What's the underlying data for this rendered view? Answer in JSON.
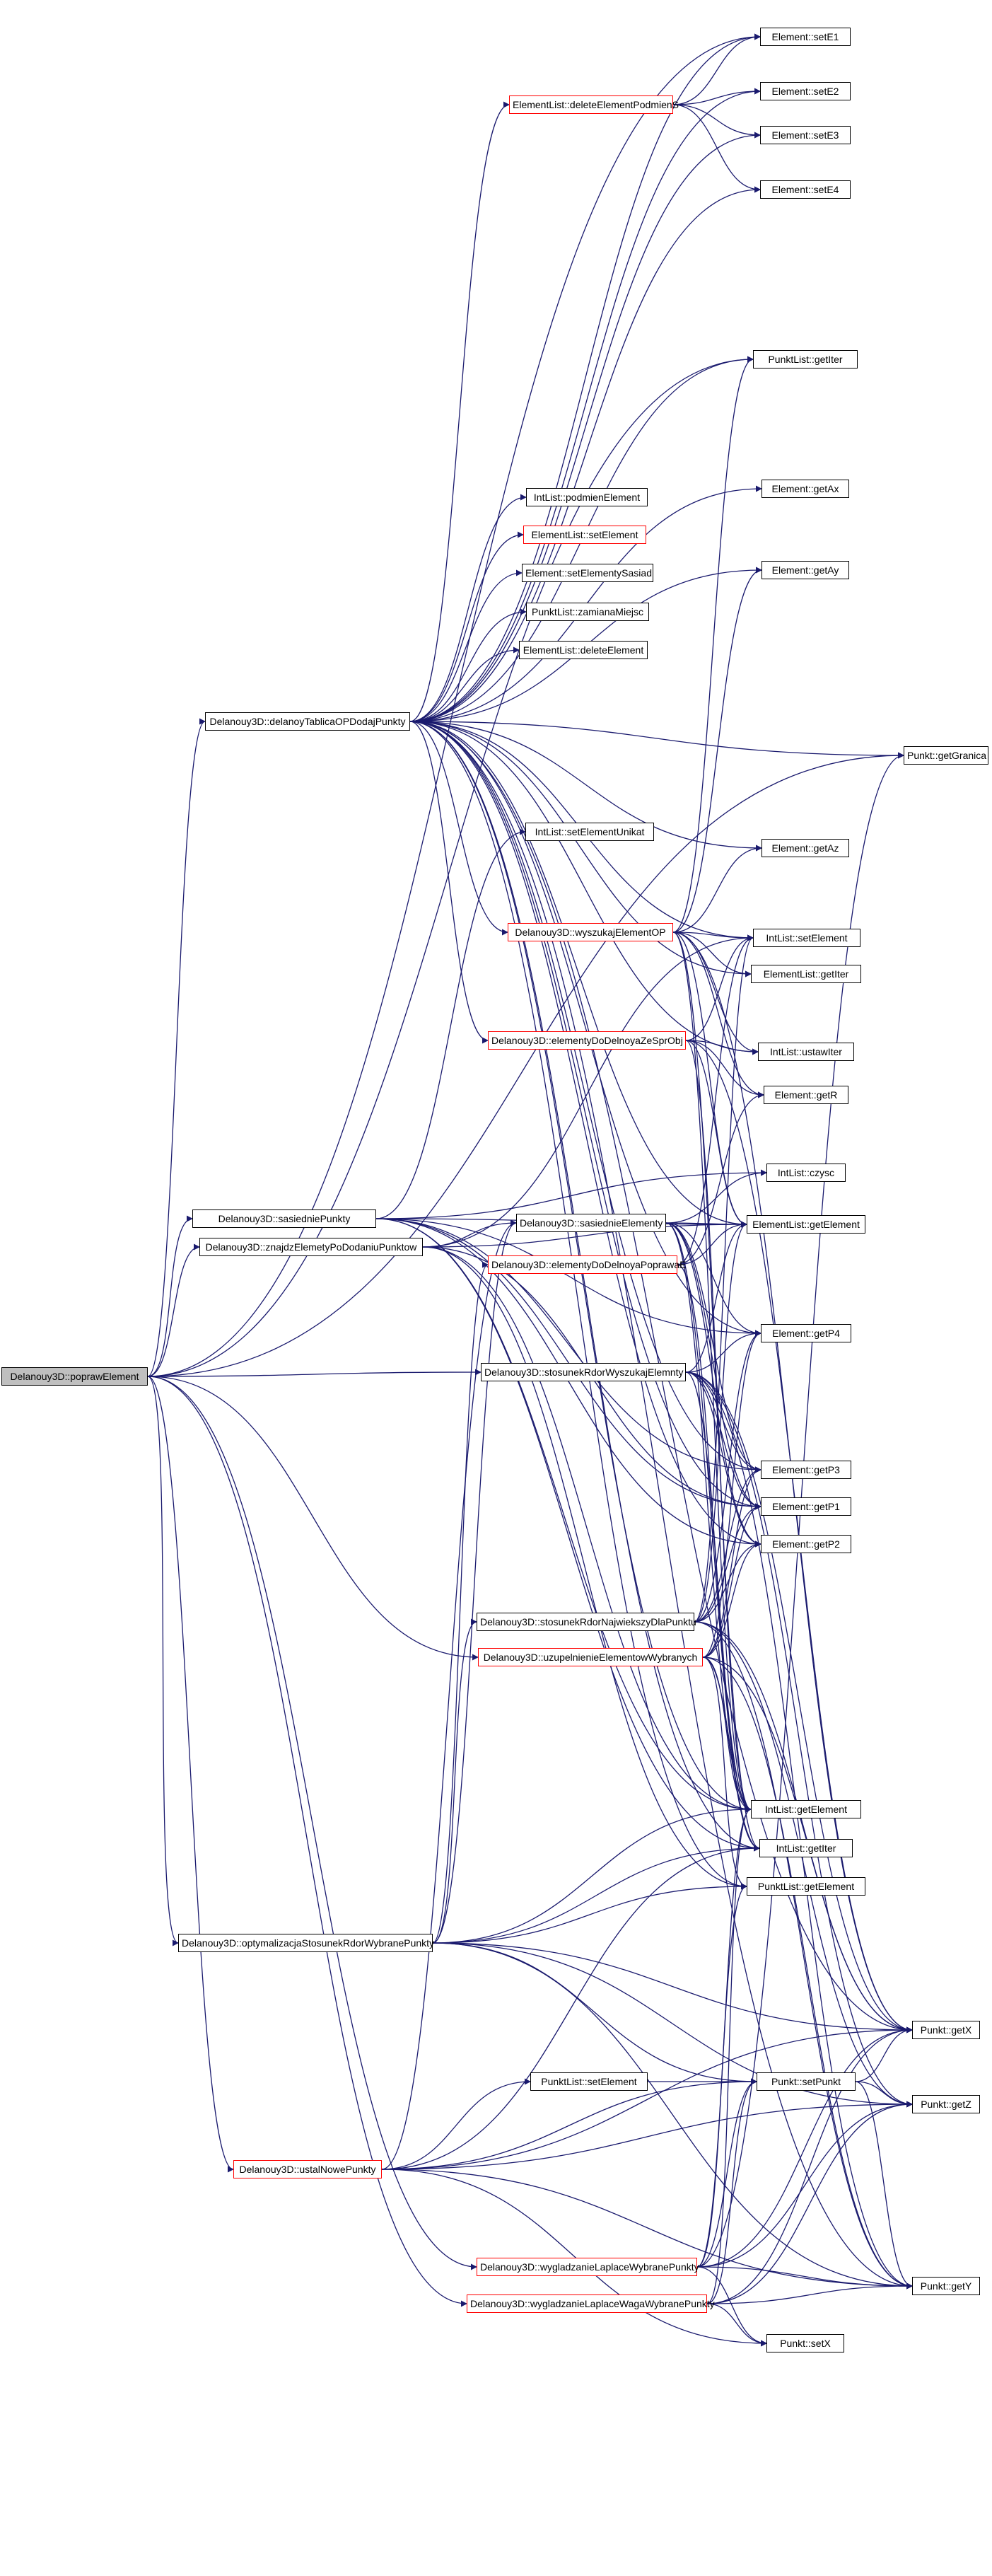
{
  "graph": {
    "edge_color": "#1a1a6e",
    "node_colors": {
      "root_fill": "#bfbfbf",
      "red_border": "#ff0000",
      "black_border": "#000000"
    },
    "nodes": [
      {
        "id": "poprawElement",
        "label": "Delanouy3D::poprawElement",
        "style": "root"
      },
      {
        "id": "delanoyTablicaOPDodajPunkty",
        "label": "Delanouy3D::delanoyTablicaOPDodajPunkty",
        "style": "black"
      },
      {
        "id": "sasiedniePunkty",
        "label": "Delanouy3D::sasiedniePunkty",
        "style": "black"
      },
      {
        "id": "znajdzElemetyPoDodaniuPunktow",
        "label": "Delanouy3D::znajdzElemetyPoDodaniuPunktow",
        "style": "black"
      },
      {
        "id": "optymalizacjaStosunekRdorWybranePunkty",
        "label": "Delanouy3D::optymalizacjaStosunekRdorWybranePunkty",
        "style": "black"
      },
      {
        "id": "ustalNowePunkty",
        "label": "Delanouy3D::ustalNowePunkty",
        "style": "red"
      },
      {
        "id": "deleteElementPodmienS",
        "label": "ElementList::deleteElementPodmienS",
        "style": "red"
      },
      {
        "id": "podmienElement",
        "label": "IntList::podmienElement",
        "style": "black"
      },
      {
        "id": "EL_setElement",
        "label": "ElementList::setElement",
        "style": "red"
      },
      {
        "id": "setElementySasiad",
        "label": "Element::setElementySasiad",
        "style": "black"
      },
      {
        "id": "zamianaMiejsc",
        "label": "PunktList::zamianaMiejsc",
        "style": "black"
      },
      {
        "id": "deleteElement",
        "label": "ElementList::deleteElement",
        "style": "black"
      },
      {
        "id": "setElementUnikat",
        "label": "IntList::setElementUnikat",
        "style": "black"
      },
      {
        "id": "wyszukajElementOP",
        "label": "Delanouy3D::wyszukajElementOP",
        "style": "red"
      },
      {
        "id": "elementyDoDelnoyaZeSprObj",
        "label": "Delanouy3D::elementyDoDelnoyaZeSprObj",
        "style": "red"
      },
      {
        "id": "sasiednieElementy",
        "label": "Delanouy3D::sasiednieElementy",
        "style": "black"
      },
      {
        "id": "elementyDoDelnoyaPoprawaE",
        "label": "Delanouy3D::elementyDoDelnoyaPoprawaE",
        "style": "red"
      },
      {
        "id": "stosunekRdorWyszukajElemnty",
        "label": "Delanouy3D::stosunekRdorWyszukajElemnty",
        "style": "black"
      },
      {
        "id": "stosunekRdorNajwiekszyDlaPunktu",
        "label": "Delanouy3D::stosunekRdorNajwiekszyDlaPunktu",
        "style": "black"
      },
      {
        "id": "uzupelnienieElementowWybranych",
        "label": "Delanouy3D::uzupelnienieElementowWybranych",
        "style": "red"
      },
      {
        "id": "PL_setElement",
        "label": "PunktList::setElement",
        "style": "black"
      },
      {
        "id": "wygladzanieLaplaceWybranePunkty",
        "label": "Delanouy3D::wygladzanieLaplaceWybranePunkty",
        "style": "red"
      },
      {
        "id": "wygladzanieLaplaceWagaWybranePunkty",
        "label": "Delanouy3D::wygladzanieLaplaceWagaWybranePunkty",
        "style": "red"
      },
      {
        "id": "setE1",
        "label": "Element::setE1",
        "style": "black"
      },
      {
        "id": "setE2",
        "label": "Element::setE2",
        "style": "black"
      },
      {
        "id": "setE3",
        "label": "Element::setE3",
        "style": "black"
      },
      {
        "id": "setE4",
        "label": "Element::setE4",
        "style": "black"
      },
      {
        "id": "PL_getIter",
        "label": "PunktList::getIter",
        "style": "black"
      },
      {
        "id": "getAx",
        "label": "Element::getAx",
        "style": "black"
      },
      {
        "id": "getAy",
        "label": "Element::getAy",
        "style": "black"
      },
      {
        "id": "getAz",
        "label": "Element::getAz",
        "style": "black"
      },
      {
        "id": "IL_setElement",
        "label": "IntList::setElement",
        "style": "black"
      },
      {
        "id": "EL_getIter",
        "label": "ElementList::getIter",
        "style": "black"
      },
      {
        "id": "ustawIter",
        "label": "IntList::ustawIter",
        "style": "black"
      },
      {
        "id": "getR",
        "label": "Element::getR",
        "style": "black"
      },
      {
        "id": "czysc",
        "label": "IntList::czysc",
        "style": "black"
      },
      {
        "id": "EL_getElement",
        "label": "ElementList::getElement",
        "style": "black"
      },
      {
        "id": "getP4",
        "label": "Element::getP4",
        "style": "black"
      },
      {
        "id": "getP3",
        "label": "Element::getP3",
        "style": "black"
      },
      {
        "id": "getP1",
        "label": "Element::getP1",
        "style": "black"
      },
      {
        "id": "getP2",
        "label": "Element::getP2",
        "style": "black"
      },
      {
        "id": "IL_getElement",
        "label": "IntList::getElement",
        "style": "black"
      },
      {
        "id": "IL_getIter",
        "label": "IntList::getIter",
        "style": "black"
      },
      {
        "id": "PL_getElement",
        "label": "PunktList::getElement",
        "style": "black"
      },
      {
        "id": "setPunkt",
        "label": "Punkt::setPunkt",
        "style": "black"
      },
      {
        "id": "setX",
        "label": "Punkt::setX",
        "style": "black"
      },
      {
        "id": "getGranica",
        "label": "Punkt::getGranica",
        "style": "black"
      },
      {
        "id": "getX",
        "label": "Punkt::getX",
        "style": "black"
      },
      {
        "id": "getZ",
        "label": "Punkt::getZ",
        "style": "black"
      },
      {
        "id": "getY",
        "label": "Punkt::getY",
        "style": "black"
      }
    ],
    "edges": [
      [
        "poprawElement",
        "delanoyTablicaOPDodajPunkty"
      ],
      [
        "poprawElement",
        "sasiedniePunkty"
      ],
      [
        "poprawElement",
        "znajdzElemetyPoDodaniuPunktow"
      ],
      [
        "poprawElement",
        "optymalizacjaStosunekRdorWybranePunkty"
      ],
      [
        "poprawElement",
        "ustalNowePunkty"
      ],
      [
        "poprawElement",
        "stosunekRdorWyszukajElemnty"
      ],
      [
        "poprawElement",
        "uzupelnienieElementowWybranych"
      ],
      [
        "poprawElement",
        "wygladzanieLaplaceWybranePunkty"
      ],
      [
        "poprawElement",
        "wygladzanieLaplaceWagaWybranePunkty"
      ],
      [
        "poprawElement",
        "PL_getIter"
      ],
      [
        "poprawElement",
        "getGranica"
      ],
      [
        "poprawElement",
        "setE1"
      ],
      [
        "delanoyTablicaOPDodajPunkty",
        "setE1"
      ],
      [
        "delanoyTablicaOPDodajPunkty",
        "setE2"
      ],
      [
        "delanoyTablicaOPDodajPunkty",
        "setE3"
      ],
      [
        "delanoyTablicaOPDodajPunkty",
        "setE4"
      ],
      [
        "delanoyTablicaOPDodajPunkty",
        "deleteElementPodmienS"
      ],
      [
        "delanoyTablicaOPDodajPunkty",
        "PL_getIter"
      ],
      [
        "delanoyTablicaOPDodajPunkty",
        "getAx"
      ],
      [
        "delanoyTablicaOPDodajPunkty",
        "getAy"
      ],
      [
        "delanoyTablicaOPDodajPunkty",
        "podmienElement"
      ],
      [
        "delanoyTablicaOPDodajPunkty",
        "EL_setElement"
      ],
      [
        "delanoyTablicaOPDodajPunkty",
        "setElementySasiad"
      ],
      [
        "delanoyTablicaOPDodajPunkty",
        "zamianaMiejsc"
      ],
      [
        "delanoyTablicaOPDodajPunkty",
        "deleteElement"
      ],
      [
        "delanoyTablicaOPDodajPunkty",
        "getGranica"
      ],
      [
        "delanoyTablicaOPDodajPunkty",
        "getAz"
      ],
      [
        "delanoyTablicaOPDodajPunkty",
        "IL_setElement"
      ],
      [
        "delanoyTablicaOPDodajPunkty",
        "EL_getIter"
      ],
      [
        "delanoyTablicaOPDodajPunkty",
        "ustawIter"
      ],
      [
        "delanoyTablicaOPDodajPunkty",
        "wyszukajElementOP"
      ],
      [
        "delanoyTablicaOPDodajPunkty",
        "elementyDoDelnoyaZeSprObj"
      ],
      [
        "delanoyTablicaOPDodajPunkty",
        "EL_getElement"
      ],
      [
        "delanoyTablicaOPDodajPunkty",
        "getP4"
      ],
      [
        "delanoyTablicaOPDodajPunkty",
        "getP3"
      ],
      [
        "delanoyTablicaOPDodajPunkty",
        "getP1"
      ],
      [
        "delanoyTablicaOPDodajPunkty",
        "getP2"
      ],
      [
        "delanoyTablicaOPDodajPunkty",
        "IL_getElement"
      ],
      [
        "delanoyTablicaOPDodajPunkty",
        "IL_getIter"
      ],
      [
        "delanoyTablicaOPDodajPunkty",
        "PL_getElement"
      ],
      [
        "delanoyTablicaOPDodajPunkty",
        "getX"
      ],
      [
        "delanoyTablicaOPDodajPunkty",
        "getY"
      ],
      [
        "deleteElementPodmienS",
        "setE1"
      ],
      [
        "deleteElementPodmienS",
        "setE2"
      ],
      [
        "deleteElementPodmienS",
        "setE3"
      ],
      [
        "deleteElementPodmienS",
        "setE4"
      ],
      [
        "wyszukajElementOP",
        "PL_getIter"
      ],
      [
        "wyszukajElementOP",
        "getAy"
      ],
      [
        "wyszukajElementOP",
        "getAz"
      ],
      [
        "wyszukajElementOP",
        "IL_setElement"
      ],
      [
        "wyszukajElementOP",
        "EL_getIter"
      ],
      [
        "wyszukajElementOP",
        "ustawIter"
      ],
      [
        "wyszukajElementOP",
        "getR"
      ],
      [
        "wyszukajElementOP",
        "EL_getElement"
      ],
      [
        "wyszukajElementOP",
        "IL_getElement"
      ],
      [
        "wyszukajElementOP",
        "IL_getIter"
      ],
      [
        "wyszukajElementOP",
        "getX"
      ],
      [
        "elementyDoDelnoyaZeSprObj",
        "IL_setElement"
      ],
      [
        "elementyDoDelnoyaZeSprObj",
        "ustawIter"
      ],
      [
        "elementyDoDelnoyaZeSprObj",
        "getR"
      ],
      [
        "elementyDoDelnoyaZeSprObj",
        "EL_getElement"
      ],
      [
        "elementyDoDelnoyaZeSprObj",
        "IL_getElement"
      ],
      [
        "elementyDoDelnoyaZeSprObj",
        "getX"
      ],
      [
        "sasiedniePunkty",
        "setElementUnikat"
      ],
      [
        "sasiedniePunkty",
        "czysc"
      ],
      [
        "sasiedniePunkty",
        "EL_getElement"
      ],
      [
        "sasiedniePunkty",
        "getP4"
      ],
      [
        "sasiedniePunkty",
        "getP3"
      ],
      [
        "sasiedniePunkty",
        "getP1"
      ],
      [
        "sasiedniePunkty",
        "getP2"
      ],
      [
        "sasiedniePunkty",
        "IL_getElement"
      ],
      [
        "sasiedniePunkty",
        "IL_getIter"
      ],
      [
        "znajdzElemetyPoDodaniuPunktow",
        "sasiednieElementy"
      ],
      [
        "znajdzElemetyPoDodaniuPunktow",
        "IL_setElement"
      ],
      [
        "znajdzElemetyPoDodaniuPunktow",
        "EL_getElement"
      ],
      [
        "znajdzElemetyPoDodaniuPunktow",
        "getP1"
      ],
      [
        "znajdzElemetyPoDodaniuPunktow",
        "IL_getElement"
      ],
      [
        "znajdzElemetyPoDodaniuPunktow",
        "PL_getElement"
      ],
      [
        "sasiednieElementy",
        "czysc"
      ],
      [
        "sasiednieElementy",
        "EL_getElement"
      ],
      [
        "sasiednieElementy",
        "getP4"
      ],
      [
        "sasiednieElementy",
        "getP3"
      ],
      [
        "sasiednieElementy",
        "getP1"
      ],
      [
        "sasiednieElementy",
        "getP2"
      ],
      [
        "sasiednieElementy",
        "IL_getElement"
      ],
      [
        "sasiednieElementy",
        "IL_getIter"
      ],
      [
        "elementyDoDelnoyaPoprawaE",
        "IL_setElement"
      ],
      [
        "elementyDoDelnoyaPoprawaE",
        "EL_getElement"
      ],
      [
        "elementyDoDelnoyaPoprawaE",
        "getR"
      ],
      [
        "elementyDoDelnoyaPoprawaE",
        "IL_getElement"
      ],
      [
        "stosunekRdorWyszukajElemnty",
        "EL_getElement"
      ],
      [
        "stosunekRdorWyszukajElemnty",
        "getP4"
      ],
      [
        "stosunekRdorWyszukajElemnty",
        "getP3"
      ],
      [
        "stosunekRdorWyszukajElemnty",
        "getP1"
      ],
      [
        "stosunekRdorWyszukajElemnty",
        "getP2"
      ],
      [
        "stosunekRdorWyszukajElemnty",
        "IL_getElement"
      ],
      [
        "stosunekRdorWyszukajElemnty",
        "getX"
      ],
      [
        "stosunekRdorWyszukajElemnty",
        "getZ"
      ],
      [
        "stosunekRdorWyszukajElemnty",
        "getY"
      ],
      [
        "stosunekRdorNajwiekszyDlaPunktu",
        "getP4"
      ],
      [
        "stosunekRdorNajwiekszyDlaPunktu",
        "getP3"
      ],
      [
        "stosunekRdorNajwiekszyDlaPunktu",
        "getP1"
      ],
      [
        "stosunekRdorNajwiekszyDlaPunktu",
        "getP2"
      ],
      [
        "stosunekRdorNajwiekszyDlaPunktu",
        "IL_setElement"
      ],
      [
        "stosunekRdorNajwiekszyDlaPunktu",
        "EL_getElement"
      ],
      [
        "stosunekRdorNajwiekszyDlaPunktu",
        "getX"
      ],
      [
        "stosunekRdorNajwiekszyDlaPunktu",
        "getZ"
      ],
      [
        "stosunekRdorNajwiekszyDlaPunktu",
        "getY"
      ],
      [
        "uzupelnienieElementowWybranych",
        "getP4"
      ],
      [
        "uzupelnienieElementowWybranych",
        "getP3"
      ],
      [
        "uzupelnienieElementowWybranych",
        "getP1"
      ],
      [
        "uzupelnienieElementowWybranych",
        "getP2"
      ],
      [
        "uzupelnienieElementowWybranych",
        "IL_getElement"
      ],
      [
        "uzupelnienieElementowWybranych",
        "IL_getIter"
      ],
      [
        "uzupelnienieElementowWybranych",
        "PL_getElement"
      ],
      [
        "uzupelnienieElementowWybranych",
        "getX"
      ],
      [
        "uzupelnienieElementowWybranych",
        "getY"
      ],
      [
        "optymalizacjaStosunekRdorWybranePunkty",
        "stosunekRdorNajwiekszyDlaPunktu"
      ],
      [
        "optymalizacjaStosunekRdorWybranePunkty",
        "sasiednieElementy"
      ],
      [
        "optymalizacjaStosunekRdorWybranePunkty",
        "elementyDoDelnoyaPoprawaE"
      ],
      [
        "optymalizacjaStosunekRdorWybranePunkty",
        "IL_getElement"
      ],
      [
        "optymalizacjaStosunekRdorWybranePunkty",
        "IL_getIter"
      ],
      [
        "optymalizacjaStosunekRdorWybranePunkty",
        "PL_getElement"
      ],
      [
        "optymalizacjaStosunekRdorWybranePunkty",
        "getX"
      ],
      [
        "optymalizacjaStosunekRdorWybranePunkty",
        "setPunkt"
      ],
      [
        "optymalizacjaStosunekRdorWybranePunkty",
        "getY"
      ],
      [
        "optymalizacjaStosunekRdorWybranePunkty",
        "getZ"
      ],
      [
        "ustalNowePunkty",
        "PL_setElement"
      ],
      [
        "ustalNowePunkty",
        "setPunkt"
      ],
      [
        "ustalNowePunkty",
        "getX"
      ],
      [
        "ustalNowePunkty",
        "getZ"
      ],
      [
        "ustalNowePunkty",
        "getY"
      ],
      [
        "ustalNowePunkty",
        "setX"
      ],
      [
        "ustalNowePunkty",
        "sasiednieElementy"
      ],
      [
        "ustalNowePunkty",
        "IL_getIter"
      ],
      [
        "PL_setElement",
        "setPunkt"
      ],
      [
        "wygladzanieLaplaceWybranePunkty",
        "setPunkt"
      ],
      [
        "wygladzanieLaplaceWybranePunkty",
        "getX"
      ],
      [
        "wygladzanieLaplaceWybranePunkty",
        "getZ"
      ],
      [
        "wygladzanieLaplaceWybranePunkty",
        "getY"
      ],
      [
        "wygladzanieLaplaceWybranePunkty",
        "IL_getElement"
      ],
      [
        "wygladzanieLaplaceWybranePunkty",
        "PL_getElement"
      ],
      [
        "wygladzanieLaplaceWybranePunkty",
        "getGranica"
      ],
      [
        "wygladzanieLaplaceWybranePunkty",
        "setX"
      ],
      [
        "wygladzanieLaplaceWagaWybranePunkty",
        "setPunkt"
      ],
      [
        "wygladzanieLaplaceWagaWybranePunkty",
        "getX"
      ],
      [
        "wygladzanieLaplaceWagaWybranePunkty",
        "getZ"
      ],
      [
        "wygladzanieLaplaceWagaWybranePunkty",
        "getY"
      ],
      [
        "wygladzanieLaplaceWagaWybranePunkty",
        "IL_getElement"
      ],
      [
        "wygladzanieLaplaceWagaWybranePunkty",
        "setX"
      ],
      [
        "setPunkt",
        "getX"
      ],
      [
        "setPunkt",
        "getZ"
      ],
      [
        "setPunkt",
        "getY"
      ]
    ]
  }
}
